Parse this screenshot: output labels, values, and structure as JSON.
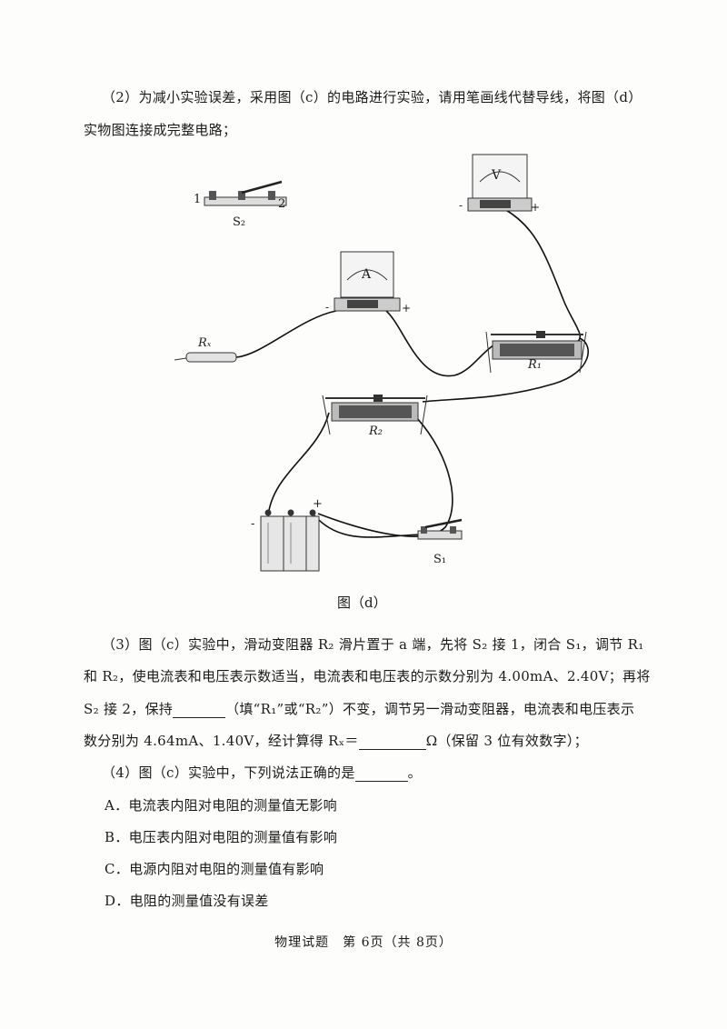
{
  "q2": {
    "line1": "（2）为减小实验误差，采用图（c）的电路进行实验，请用笔画线代替导线，将图（d）",
    "line2": "实物图连接成完整电路；"
  },
  "figure": {
    "caption": "图（d）",
    "labels": {
      "switch2": "S₂",
      "switch2_pos1": "1",
      "switch2_pos2": "2",
      "voltmeter": "V",
      "ammeter": "A",
      "rx": "Rₓ",
      "r1": "R₁",
      "r2": "R₂",
      "switch1": "S₁",
      "minus": "-",
      "plus": "+"
    }
  },
  "q3": {
    "line1": "（3）图（c）实验中，滑动变阻器 R₂ 滑片置于 a 端，先将 S₂ 接 1，闭合 S₁，调节 R₁",
    "line2": "和 R₂，使电流表和电压表示数适当，电流表和电压表的示数分别为 4.00mA、2.40V；再将",
    "line3_a": "S₂ 接 2，保持",
    "line3_b": "（填“R₁”或“R₂”）不变，调节另一滑动变阻器，电流表和电压表示",
    "line4_a": "数分别为 4.64mA、1.40V，经计算得 Rₓ＝",
    "line4_b": "Ω（保留 3 位有效数字）；"
  },
  "q4": {
    "stem_a": "（4）图（c）实验中，下列说法正确的是",
    "stem_b": "。",
    "options": [
      "A．电流表内阻对电阻的测量值无影响",
      "B．电压表内阻对电阻的测量值有影响",
      "C．电源内阻对电阻的测量值有影响",
      "D．电阻的测量值没有误差"
    ]
  },
  "footer": "物理试题　第 6页（共 8页）"
}
